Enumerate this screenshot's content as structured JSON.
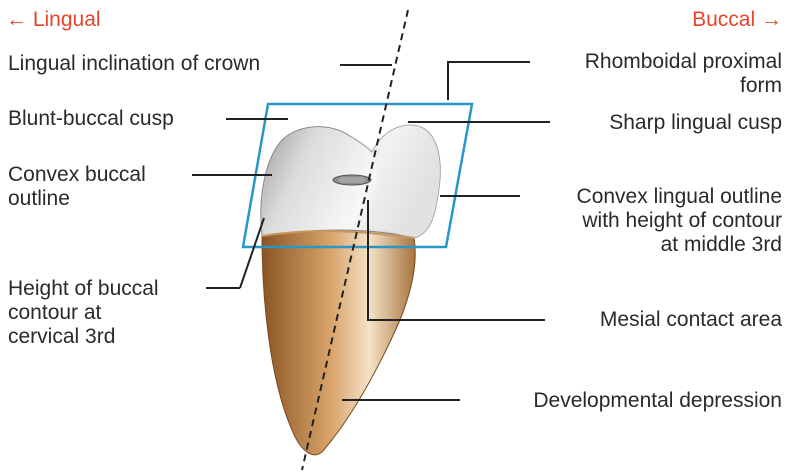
{
  "directions": {
    "left": "← Lingual",
    "right": "Buccal →"
  },
  "labels": {
    "lingual_inclination": "Lingual inclination of crown",
    "blunt_buccal_cusp": "Blunt-buccal cusp",
    "convex_buccal_outline": [
      "Convex buccal",
      "outline"
    ],
    "height_buccal_contour": [
      "Height of buccal",
      "contour at",
      "cervical 3rd"
    ],
    "rhomboidal_form": [
      "Rhomboidal proximal",
      "form"
    ],
    "sharp_lingual_cusp": "Sharp lingual cusp",
    "convex_lingual_outline": [
      "Convex lingual outline",
      "with height of contour",
      "at middle 3rd"
    ],
    "mesial_contact_area": "Mesial contact area",
    "developmental_depression": "Developmental depression"
  },
  "colors": {
    "direction_text": "#e8442a",
    "rhomboid_outline": "#2a96c8",
    "crown": "#e6e6e6",
    "root": "#b07a3c",
    "leader_lines": "#222222"
  }
}
